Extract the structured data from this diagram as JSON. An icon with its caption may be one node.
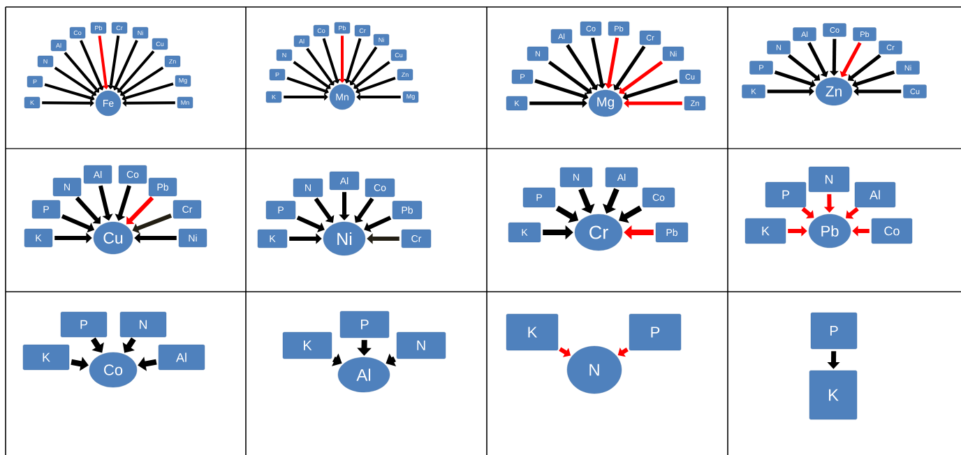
{
  "diagram": {
    "nodes": [
      {
        "text": [
          "Fe"
        ]
      },
      {
        "text": [
          "K"
        ]
      },
      {
        "text": [
          "P"
        ]
      },
      {
        "text": [
          "N"
        ]
      },
      {
        "text": [
          "Al"
        ]
      },
      {
        "text": [
          "Co"
        ]
      },
      {
        "text": [
          "Pb"
        ]
      },
      {
        "text": [
          "Cr"
        ]
      },
      {
        "text": [
          "Ni"
        ]
      },
      {
        "text": [
          "Cu"
        ]
      },
      {
        "text": [
          "Zn"
        ]
      },
      {
        "text": [
          "Mg"
        ]
      },
      {
        "text": [
          "Mn"
        ]
      },
      {
        "text": [
          "Mn"
        ]
      },
      {
        "text": [
          "K"
        ]
      },
      {
        "text": [
          "P"
        ]
      },
      {
        "text": [
          "N"
        ]
      },
      {
        "text": [
          "Al"
        ]
      },
      {
        "text": [
          "Co"
        ]
      },
      {
        "text": [
          "Pb"
        ]
      },
      {
        "text": [
          "Cr"
        ]
      },
      {
        "text": [
          "Ni"
        ]
      },
      {
        "text": [
          "Cu"
        ]
      },
      {
        "text": [
          "Zn"
        ]
      },
      {
        "text": [
          "Mg"
        ]
      },
      {
        "text": [
          "Mg"
        ]
      },
      {
        "text": [
          "K"
        ]
      },
      {
        "text": [
          "P"
        ]
      },
      {
        "text": [
          "N"
        ]
      },
      {
        "text": [
          "Al"
        ]
      },
      {
        "text": [
          "Co"
        ]
      },
      {
        "text": [
          "Pb"
        ]
      },
      {
        "text": [
          "Cr"
        ]
      },
      {
        "text": [
          "Ni"
        ]
      },
      {
        "text": [
          "Cu"
        ]
      },
      {
        "text": [
          "Zn"
        ]
      },
      {
        "text": [
          "Zn"
        ]
      },
      {
        "text": [
          "K"
        ]
      },
      {
        "text": [
          "P"
        ]
      },
      {
        "text": [
          "N"
        ]
      },
      {
        "text": [
          "Al"
        ]
      },
      {
        "text": [
          "Co"
        ]
      },
      {
        "text": [
          "Pb"
        ]
      },
      {
        "text": [
          "Cr"
        ]
      },
      {
        "text": [
          "Ni"
        ]
      },
      {
        "text": [
          "Cu"
        ]
      },
      {
        "text": [
          "Cu"
        ]
      },
      {
        "text": [
          "K"
        ]
      },
      {
        "text": [
          "P"
        ]
      },
      {
        "text": [
          "N"
        ]
      },
      {
        "text": [
          "Al"
        ]
      },
      {
        "text": [
          "Co"
        ]
      },
      {
        "text": [
          "Pb"
        ]
      },
      {
        "text": [
          "Cr"
        ]
      },
      {
        "text": [
          "Ni"
        ]
      },
      {
        "text": [
          "Ni"
        ]
      },
      {
        "text": [
          "K"
        ]
      },
      {
        "text": [
          "P"
        ]
      },
      {
        "text": [
          "N"
        ]
      },
      {
        "text": [
          "Al"
        ]
      },
      {
        "text": [
          "Co"
        ]
      },
      {
        "text": [
          "Pb"
        ]
      },
      {
        "text": [
          "Cr"
        ]
      },
      {
        "text": [
          "Cr"
        ]
      },
      {
        "text": [
          "K"
        ]
      },
      {
        "text": [
          "P"
        ]
      },
      {
        "text": [
          "N"
        ]
      },
      {
        "text": [
          "Al"
        ]
      },
      {
        "text": [
          "Co"
        ]
      },
      {
        "text": [
          "Pb"
        ]
      },
      {
        "text": [
          "Pb"
        ]
      },
      {
        "text": [
          "K"
        ]
      },
      {
        "text": [
          "P"
        ]
      },
      {
        "text": [
          "N"
        ]
      },
      {
        "text": [
          "Al"
        ]
      },
      {
        "text": [
          "Co"
        ]
      },
      {
        "text": [
          "Co"
        ]
      },
      {
        "text": [
          "K"
        ]
      },
      {
        "text": [
          "P"
        ]
      },
      {
        "text": [
          "N"
        ]
      },
      {
        "text": [
          "Al"
        ]
      },
      {
        "text": [
          "Al"
        ]
      },
      {
        "text": [
          "K"
        ]
      },
      {
        "text": [
          "P"
        ]
      },
      {
        "text": [
          "N"
        ]
      },
      {
        "text": [
          "N"
        ]
      },
      {
        "text": [
          "K"
        ]
      },
      {
        "text": [
          "P"
        ]
      },
      {
        "text": [
          "P"
        ]
      },
      {
        "text": [
          "K"
        ]
      }
    ],
    "edges": [
      {
        "from": 1,
        "to": 0,
        "arrow": "to"
      },
      {
        "from": 2,
        "to": 0,
        "arrow": "to"
      },
      {
        "from": 3,
        "to": 0,
        "arrow": "to"
      },
      {
        "from": 4,
        "to": 0,
        "arrow": "to"
      },
      {
        "from": 5,
        "to": 0,
        "arrow": "to"
      },
      {
        "from": 6,
        "to": 0,
        "arrow": "to",
        "color": "#ff0000"
      },
      {
        "from": 7,
        "to": 0,
        "arrow": "to"
      },
      {
        "from": 8,
        "to": 0,
        "arrow": "to"
      },
      {
        "from": 9,
        "to": 0,
        "arrow": "to"
      },
      {
        "from": 10,
        "to": 0,
        "arrow": "to"
      },
      {
        "from": 11,
        "to": 0,
        "arrow": "to"
      },
      {
        "from": 12,
        "to": 0,
        "arrow": "to"
      },
      {
        "from": 14,
        "to": 13,
        "arrow": "to"
      },
      {
        "from": 15,
        "to": 13,
        "arrow": "to"
      },
      {
        "from": 16,
        "to": 13,
        "arrow": "to"
      },
      {
        "from": 17,
        "to": 13,
        "arrow": "to"
      },
      {
        "from": 18,
        "to": 13,
        "arrow": "to"
      },
      {
        "from": 19,
        "to": 13,
        "arrow": "to",
        "color": "#ff0000"
      },
      {
        "from": 20,
        "to": 13,
        "arrow": "to"
      },
      {
        "from": 21,
        "to": 13,
        "arrow": "to"
      },
      {
        "from": 22,
        "to": 13,
        "arrow": "to"
      },
      {
        "from": 23,
        "to": 13,
        "arrow": "to"
      },
      {
        "from": 24,
        "to": 13,
        "arrow": "to"
      },
      {
        "from": 26,
        "to": 25,
        "arrow": "to"
      },
      {
        "from": 27,
        "to": 25,
        "arrow": "to"
      },
      {
        "from": 28,
        "to": 25,
        "arrow": "to"
      },
      {
        "from": 29,
        "to": 25,
        "arrow": "to"
      },
      {
        "from": 30,
        "to": 25,
        "arrow": "to"
      },
      {
        "from": 31,
        "to": 25,
        "arrow": "to",
        "color": "#ff0000"
      },
      {
        "from": 32,
        "to": 25,
        "arrow": "to"
      },
      {
        "from": 33,
        "to": 25,
        "arrow": "to",
        "color": "#ff0000"
      },
      {
        "from": 34,
        "to": 25,
        "arrow": "to"
      },
      {
        "from": 35,
        "to": 25,
        "arrow": "to",
        "color": "#ff0000"
      },
      {
        "from": 37,
        "to": 36,
        "arrow": "to"
      },
      {
        "from": 38,
        "to": 36,
        "arrow": "to"
      },
      {
        "from": 39,
        "to": 36,
        "arrow": "to"
      },
      {
        "from": 40,
        "to": 36,
        "arrow": "to"
      },
      {
        "from": 41,
        "to": 36,
        "arrow": "to"
      },
      {
        "from": 42,
        "to": 36,
        "arrow": "to",
        "color": "#ff0000"
      },
      {
        "from": 43,
        "to": 36,
        "arrow": "to"
      },
      {
        "from": 44,
        "to": 36,
        "arrow": "to"
      },
      {
        "from": 45,
        "to": 36,
        "arrow": "to"
      },
      {
        "from": 47,
        "to": 46,
        "arrow": "to"
      },
      {
        "from": 48,
        "to": 46,
        "arrow": "to"
      },
      {
        "from": 49,
        "to": 46,
        "arrow": "to"
      },
      {
        "from": 50,
        "to": 46,
        "arrow": "to"
      },
      {
        "from": 51,
        "to": 46,
        "arrow": "to"
      },
      {
        "from": 52,
        "to": 46,
        "arrow": "to",
        "color": "#ff0000"
      },
      {
        "from": 53,
        "to": 46,
        "arrow": "to",
        "color": "#231f14"
      },
      {
        "from": 54,
        "to": 46,
        "arrow": "to"
      },
      {
        "from": 56,
        "to": 55,
        "arrow": "to"
      },
      {
        "from": 57,
        "to": 55,
        "arrow": "to"
      },
      {
        "from": 58,
        "to": 55,
        "arrow": "to"
      },
      {
        "from": 59,
        "to": 55,
        "arrow": "to"
      },
      {
        "from": 60,
        "to": 55,
        "arrow": "to"
      },
      {
        "from": 61,
        "to": 55,
        "arrow": "to"
      },
      {
        "from": 62,
        "to": 55,
        "arrow": "to",
        "color": "#231f14"
      },
      {
        "from": 64,
        "to": 63,
        "arrow": "to"
      },
      {
        "from": 65,
        "to": 63,
        "arrow": "to"
      },
      {
        "from": 66,
        "to": 63,
        "arrow": "to"
      },
      {
        "from": 67,
        "to": 63,
        "arrow": "to"
      },
      {
        "from": 68,
        "to": 63,
        "arrow": "to"
      },
      {
        "from": 69,
        "to": 63,
        "arrow": "to",
        "color": "#ff0000"
      },
      {
        "from": 71,
        "to": 70,
        "arrow": "to",
        "color": "#ff0000"
      },
      {
        "from": 72,
        "to": 70,
        "arrow": "to",
        "color": "#ff0000"
      },
      {
        "from": 73,
        "to": 70,
        "arrow": "to",
        "color": "#ff0000"
      },
      {
        "from": 74,
        "to": 70,
        "arrow": "to",
        "color": "#ff0000"
      },
      {
        "from": 75,
        "to": 70,
        "arrow": "to",
        "color": "#ff0000"
      },
      {
        "from": 77,
        "to": 76,
        "arrow": "to"
      },
      {
        "from": 78,
        "to": 76,
        "arrow": "to"
      },
      {
        "from": 79,
        "to": 76,
        "arrow": "to"
      },
      {
        "from": 80,
        "to": 76,
        "arrow": "to"
      },
      {
        "from": 82,
        "to": 81,
        "arrow": "to"
      },
      {
        "from": 83,
        "to": 81,
        "arrow": "to"
      },
      {
        "from": 84,
        "to": 81,
        "arrow": "to"
      },
      {
        "from": 86,
        "to": 85,
        "arrow": "to",
        "color": "#ff0000"
      },
      {
        "from": 87,
        "to": 85,
        "arrow": "to",
        "color": "#ff0000"
      },
      {
        "from": 88,
        "to": 89,
        "arrow": "to"
      }
    ]
  }
}
